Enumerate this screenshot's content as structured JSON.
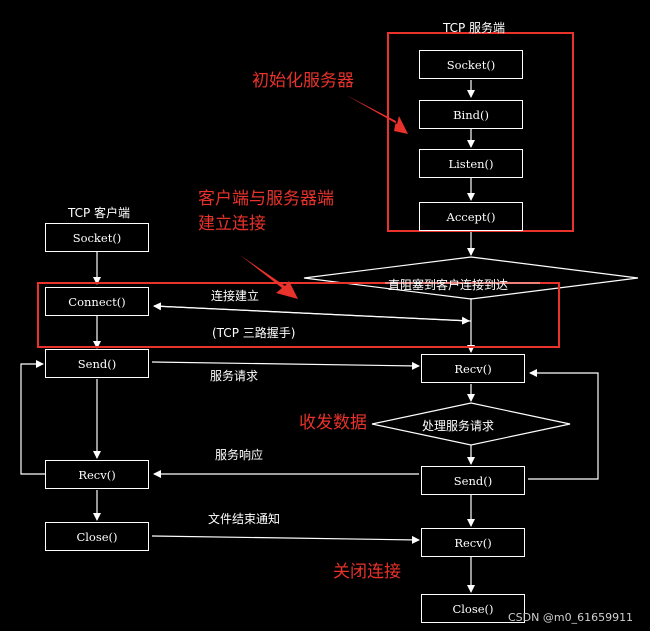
{
  "server": {
    "header": "TCP 服务端",
    "steps": [
      "Socket()",
      "Bind()",
      "Listen()",
      "Accept()",
      "Recv()",
      "Send()",
      "Recv()",
      "Close()"
    ]
  },
  "client": {
    "header": "TCP 客户端",
    "steps": [
      "Socket()",
      "Connect()",
      "Send()",
      "Recv()",
      "Close()"
    ]
  },
  "decisions": {
    "block_wait": "直阻塞到客户连接到达",
    "process": "处理服务请求"
  },
  "messages": {
    "connect": "连接建立",
    "handshake": "(TCP 三路握手)",
    "request": "服务请求",
    "response": "服务响应",
    "eof_notice": "文件结束通知"
  },
  "annotations": {
    "init_server": "初始化服务器",
    "connect_line1": "客户端与服务器端",
    "connect_line2": "建立连接",
    "data_exchange": "收发数据",
    "close": "关闭连接"
  },
  "watermark": "CSDN @m0_61659911"
}
